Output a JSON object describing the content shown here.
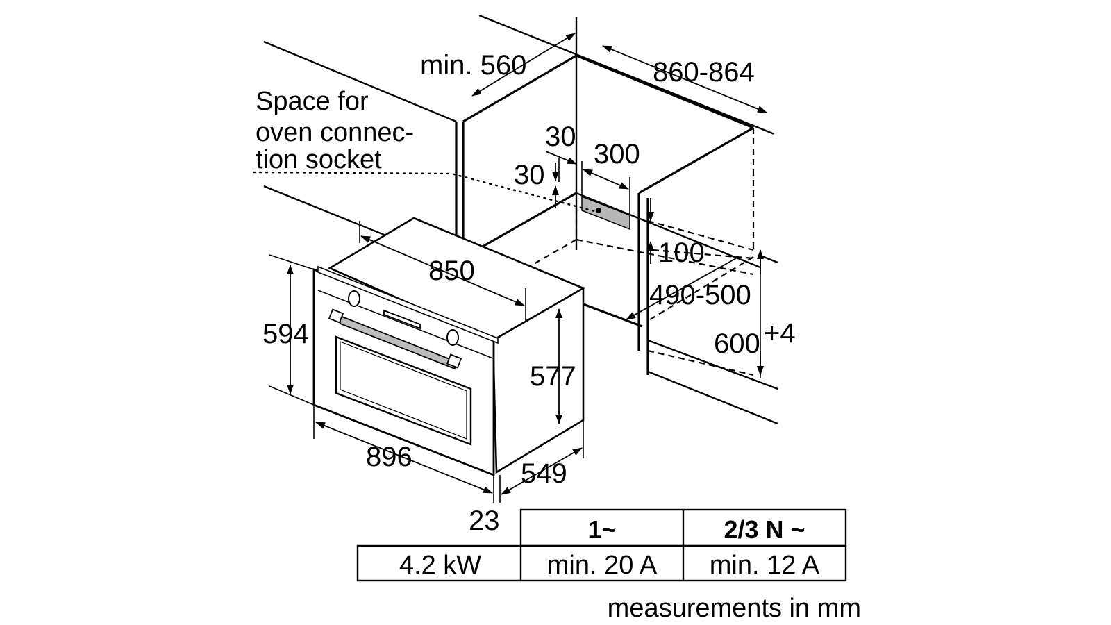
{
  "dimensions": {
    "niche_depth": "min. 560",
    "niche_width": "860-864",
    "socket_offset_side": "30",
    "socket_offset_top": "30",
    "socket_width": "300",
    "socket_height": "100",
    "niche_inner_depth": "490-500",
    "niche_height": "600",
    "niche_height_tolerance": "+4",
    "oven_top_width": "850",
    "oven_height": "594",
    "oven_body_height": "577",
    "oven_front_width": "896",
    "oven_depth": "549",
    "front_panel_depth": "23"
  },
  "socket_note": {
    "line1": "Space for",
    "line2": "oven connec-",
    "line3": "tion socket"
  },
  "table": {
    "header_1": "1~",
    "header_2": "2/3 N ~",
    "power": "4.2 kW",
    "fuse_1": "min. 20 A",
    "fuse_2": "min. 12 A"
  },
  "footnote": "measurements in mm"
}
